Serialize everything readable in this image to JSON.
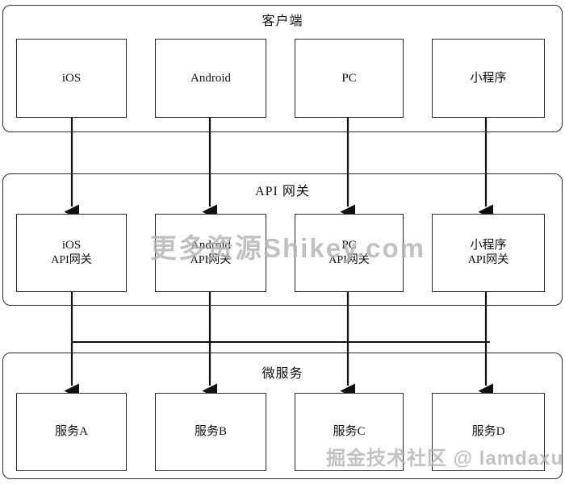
{
  "diagram": {
    "title_visible": false,
    "groups": [
      {
        "id": "client",
        "title": "客户端",
        "nodes": [
          {
            "line1": "iOS",
            "line2": ""
          },
          {
            "line1": "Android",
            "line2": ""
          },
          {
            "line1": "PC",
            "line2": ""
          },
          {
            "line1": "小程序",
            "line2": ""
          }
        ]
      },
      {
        "id": "gateway",
        "title": "API 网关",
        "nodes": [
          {
            "line1": "iOS",
            "line2": "API网关"
          },
          {
            "line1": "Android",
            "line2": "API网关"
          },
          {
            "line1": "PC",
            "line2": "API网关"
          },
          {
            "line1": "小程序",
            "line2": "API网关"
          }
        ]
      },
      {
        "id": "service",
        "title": "微服务",
        "nodes": [
          {
            "line1": "服务A",
            "line2": ""
          },
          {
            "line1": "服务B",
            "line2": ""
          },
          {
            "line1": "服务C",
            "line2": ""
          },
          {
            "line1": "服务D",
            "line2": ""
          }
        ]
      }
    ]
  },
  "watermarks": {
    "center": "更多资源Shikey.com",
    "corner": "掘金技术社区 @ lamdaxu"
  },
  "colors": {
    "stroke": "#2b2b2b",
    "background": "#ffffff",
    "text": "#111111",
    "watermark": "#b4b4b4"
  }
}
